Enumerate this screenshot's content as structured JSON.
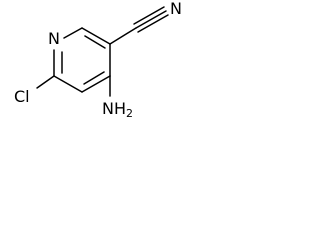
{
  "molecule": {
    "atoms": {
      "ring_nitrogen": "N",
      "nitrile_nitrogen": "N",
      "chlorine": "Cl",
      "amino": {
        "symbol": "NH",
        "subscript": "2"
      }
    }
  }
}
